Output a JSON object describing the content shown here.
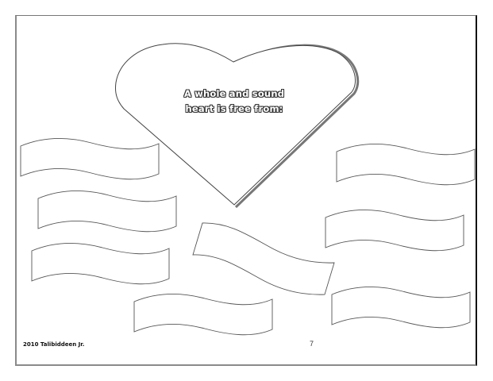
{
  "worksheet": {
    "heart": {
      "line1": "A whole and sound",
      "line2": "heart is free from:"
    },
    "banners": [
      {
        "id": "left-1",
        "text": ""
      },
      {
        "id": "left-2",
        "text": ""
      },
      {
        "id": "left-3",
        "text": ""
      },
      {
        "id": "bottom-middle",
        "text": ""
      },
      {
        "id": "center-tilted",
        "text": ""
      },
      {
        "id": "right-1",
        "text": ""
      },
      {
        "id": "right-2",
        "text": ""
      },
      {
        "id": "right-3",
        "text": ""
      }
    ],
    "footer": {
      "credit": "2010 Talibiddeen Jr.",
      "page_number": "7"
    },
    "colors": {
      "outline": "#444444",
      "shadow": "#777777",
      "background": "#ffffff"
    }
  }
}
